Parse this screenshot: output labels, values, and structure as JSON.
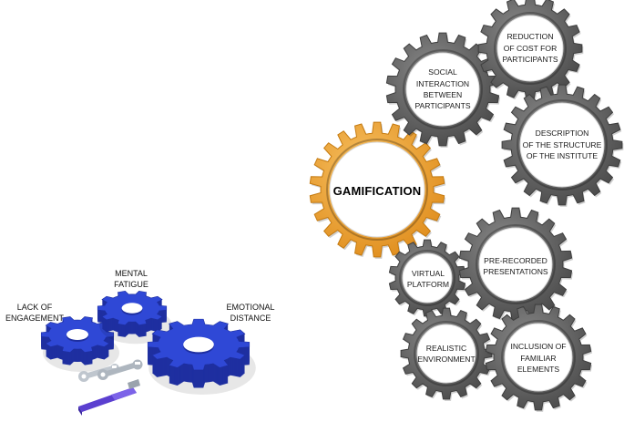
{
  "problems": {
    "lack_of_engagement": "LACK OF\nENGAGEMENT",
    "mental_fatigue": "MENTAL\nFATIGUE",
    "emotional_distance": "EMOTIONAL\nDISTANCE"
  },
  "solutions": {
    "center": "GAMIFICATION",
    "social_interaction": "SOCIAL\nINTERACTION\nBETWEEN\nPARTICIPANTS",
    "reduction_of_cost": "REDUCTION\nOF COST FOR\nPARTICIPANTS",
    "description_structure": "DESCRIPTION\nOF THE STRUCTURE\nOF THE INSTITUTE",
    "virtual_platform": "VIRTUAL\nPLATFORM",
    "pre_recorded": "PRE-RECORDED\nPRESENTATIONS",
    "realistic_environment": "REALISTIC\nENVIRONMENT",
    "familiar_elements": "INCLUSION OF\nFAMILIAR\nELEMENTS"
  },
  "colors": {
    "gamification_gear": "#F2A63A",
    "solution_gear": "#616161",
    "problem_gear": "#2F48D6",
    "problem_gear_dark": "#1E2FA0",
    "wrench": "#BFC6CE",
    "pliers_handle": "#5B3FD0"
  }
}
